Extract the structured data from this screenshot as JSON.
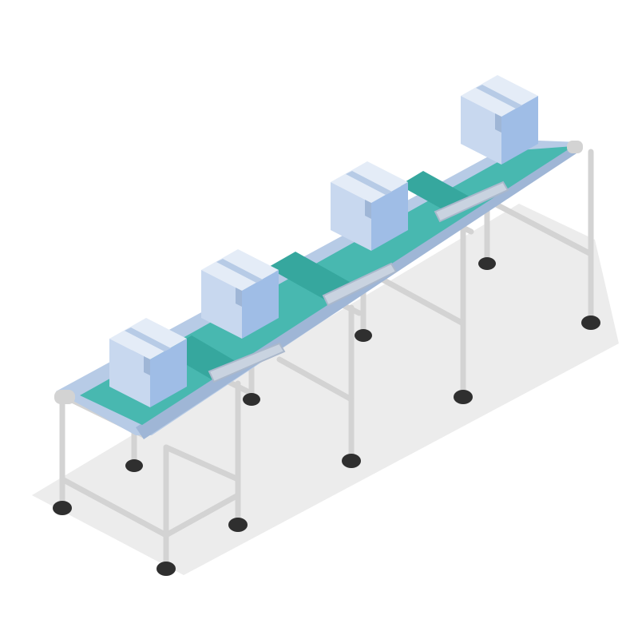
{
  "scene": {
    "subject": "isometric-conveyor-belt-with-boxes",
    "segments": 3,
    "boxes": 4,
    "colors": {
      "background": "#ffffff",
      "floor_shadow": "#ececec",
      "belt_top": "#48b8b0",
      "belt_dark": "#2f9c93",
      "belt_rim": "#b7cbe6",
      "frame": "#d2d2d2",
      "frame_dark": "#b8b8b8",
      "box_top": "#e4ecf7",
      "box_left": "#c8d8ef",
      "box_right": "#9fbde6",
      "tape": "#b7cbe6",
      "wheel": "#2f2f2f"
    }
  }
}
